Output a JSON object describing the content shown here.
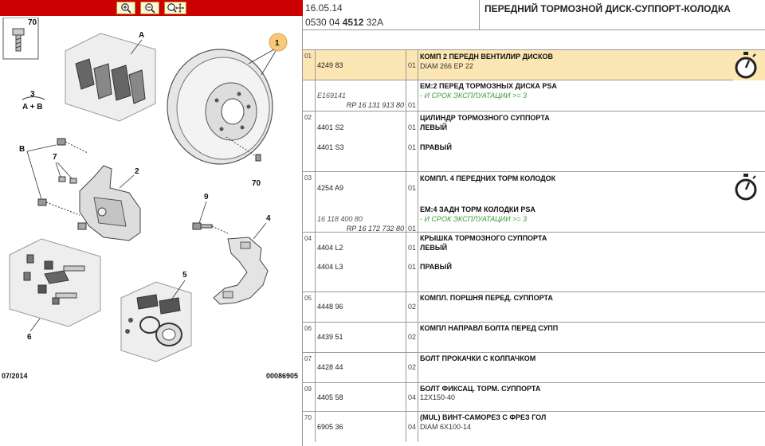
{
  "toolbar": {
    "zoom_in_icon": "zoom-in-icon",
    "zoom_out_icon": "zoom-out-icon",
    "zoom_fit_icon": "zoom-fit-icon"
  },
  "diagram": {
    "labels": {
      "a": "A",
      "b": "B",
      "l1": "1",
      "l2": "2",
      "l3": "3",
      "l3b": "A + B",
      "l4": "4",
      "l5": "5",
      "l6": "6",
      "l7": "7",
      "l9": "9",
      "l70_box": "70",
      "l70": "70"
    },
    "footer_date": "07/2014",
    "footer_id": "00086905"
  },
  "header": {
    "date": "16.05.14",
    "code_prefix": "0530 04 ",
    "code_bold": "4512",
    "code_suffix": " 32A",
    "title": "ПЕРЕДНИЙ ТОРМОЗНОЙ ДИСК-СУППОРТ-КОЛОДКА"
  },
  "groups": [
    {
      "pos": "01",
      "lines": [
        {
          "ref": "4249 83",
          "qty": "01",
          "desc": "КОМП 2 ПЕРЕДН ВЕНТИЛИР ДИСКОВ",
          "sub": "DIAM 266 EP 22"
        },
        {
          "ref_i": "E169141",
          "ref_r": "RP 16 131 913 80",
          "qty": "01",
          "desc": "EM:2 ПЕРЕД ТОРМОЗНЫХ ДИСКА PSA",
          "note": "- И СРОК ЭКСПЛУАТАЦИИ >= 3"
        }
      ]
    },
    {
      "pos": "02",
      "lines": [
        {
          "ref": "4401 S2",
          "qty": "01",
          "desc": "ЦИЛИНДР ТОРМОЗНОГО СУППОРТА",
          "sub": "ЛЕВЫЙ"
        },
        {
          "ref": "4401 S3",
          "qty": "01",
          "sub": "ПРАВЫЙ"
        }
      ]
    },
    {
      "pos": "03",
      "lines": [
        {
          "ref": "4254 A9",
          "qty": "01",
          "desc": "КОМПЛ. 4 ПЕРЕДНИХ ТОРМ КОЛОДОК"
        },
        {
          "ref_i": "16 118 400 80",
          "ref_r": "RP 16 172 732 80",
          "qty": "01",
          "desc": "EM:4 ЗАДН ТОРМ КОЛОДКИ PSA",
          "note": "- И СРОК ЭКСПЛУАТАЦИИ >= 3"
        }
      ]
    },
    {
      "pos": "04",
      "lines": [
        {
          "ref": "4404 L2",
          "qty": "01",
          "desc": "КРЫШКА ТОРМОЗНОГО СУППОРТА",
          "sub": "ЛЕВЫЙ"
        },
        {
          "ref": "4404 L3",
          "qty": "01",
          "sub": "ПРАВЫЙ"
        }
      ]
    },
    {
      "pos": "05",
      "lines": [
        {
          "ref": "4448 96",
          "qty": "02",
          "desc": "КОМПЛ. ПОРШНЯ ПЕРЕД. СУППОРТА"
        }
      ]
    },
    {
      "pos": "06",
      "lines": [
        {
          "ref": "4439 51",
          "qty": "02",
          "desc": "КОМПЛ НАПРАВЛ БОЛТА ПЕРЕД СУПП"
        }
      ]
    },
    {
      "pos": "07",
      "lines": [
        {
          "ref": "4428 44",
          "qty": "02",
          "desc": "БОЛТ ПРОКАЧКИ С КОЛПАЧКОМ"
        }
      ]
    },
    {
      "pos": "09",
      "lines": [
        {
          "ref": "4405 58",
          "qty": "04",
          "desc": "БОЛТ ФИКСАЦ. ТОРМ. СУППОРТА",
          "sub": "12X150-40"
        }
      ]
    },
    {
      "pos": "70",
      "lines": [
        {
          "ref": "6905 36",
          "qty": "04",
          "desc": "(MUL) ВИНТ-САМОРЕЗ С ФРЕЗ ГОЛ",
          "sub": "DIAM 6X100-14"
        }
      ]
    }
  ]
}
